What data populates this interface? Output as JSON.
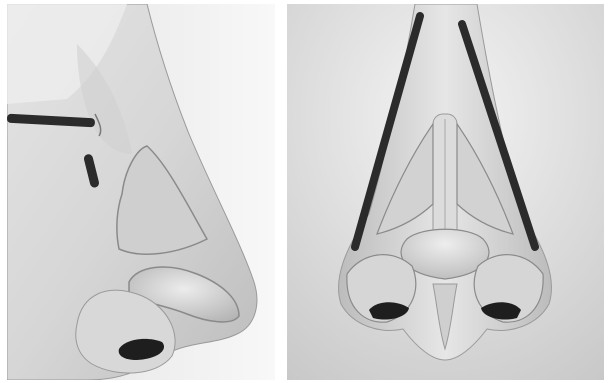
{
  "figure": {
    "panels": [
      {
        "view": "lateral",
        "subject": "nasal-anatomy-model"
      },
      {
        "view": "frontal",
        "subject": "nasal-anatomy-model"
      }
    ],
    "colors": {
      "background_light": "#f6f6f6",
      "background_dark": "#c4c4c4",
      "skin_highlight": "#f2f2f2",
      "skin_shadow": "#a8a8a8",
      "outline": "#8a8a8a",
      "nostril": "#1e1e1e",
      "marker_line": "#2b2b2b"
    }
  }
}
